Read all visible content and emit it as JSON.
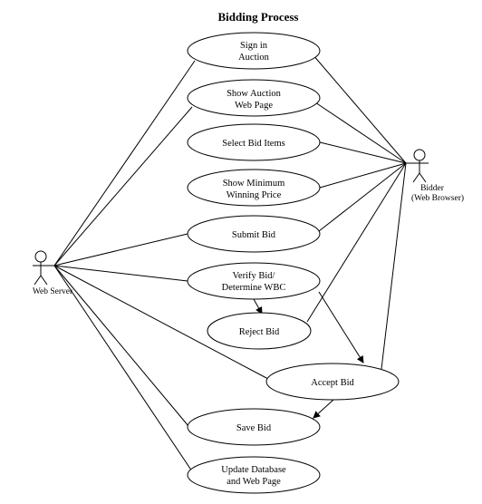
{
  "title": "Bidding Process",
  "actors": {
    "web_server": {
      "label": "Web Server"
    },
    "bidder": {
      "line1": "Bidder",
      "line2": "(Web Browser)"
    }
  },
  "use_cases": [
    {
      "id": "sign-in-auction",
      "lines": [
        "Sign in",
        "Auction"
      ]
    },
    {
      "id": "show-auction-web-page",
      "lines": [
        "Show Auction",
        "Web Page"
      ]
    },
    {
      "id": "select-bid-items",
      "lines": [
        "Select Bid Items"
      ]
    },
    {
      "id": "show-minimum-winning-price",
      "lines": [
        "Show Minimum",
        "Winning Price"
      ]
    },
    {
      "id": "submit-bid",
      "lines": [
        "Submit Bid"
      ]
    },
    {
      "id": "verify-bid-determine-wbc",
      "lines": [
        "Verify Bid/",
        "Determine WBC"
      ]
    },
    {
      "id": "reject-bid",
      "lines": [
        "Reject Bid"
      ]
    },
    {
      "id": "accept-bid",
      "lines": [
        "Accept Bid"
      ]
    },
    {
      "id": "save-bid",
      "lines": [
        "Save Bid"
      ]
    },
    {
      "id": "update-database-and-web-page",
      "lines": [
        "Update Database",
        "and Web Page"
      ]
    }
  ]
}
